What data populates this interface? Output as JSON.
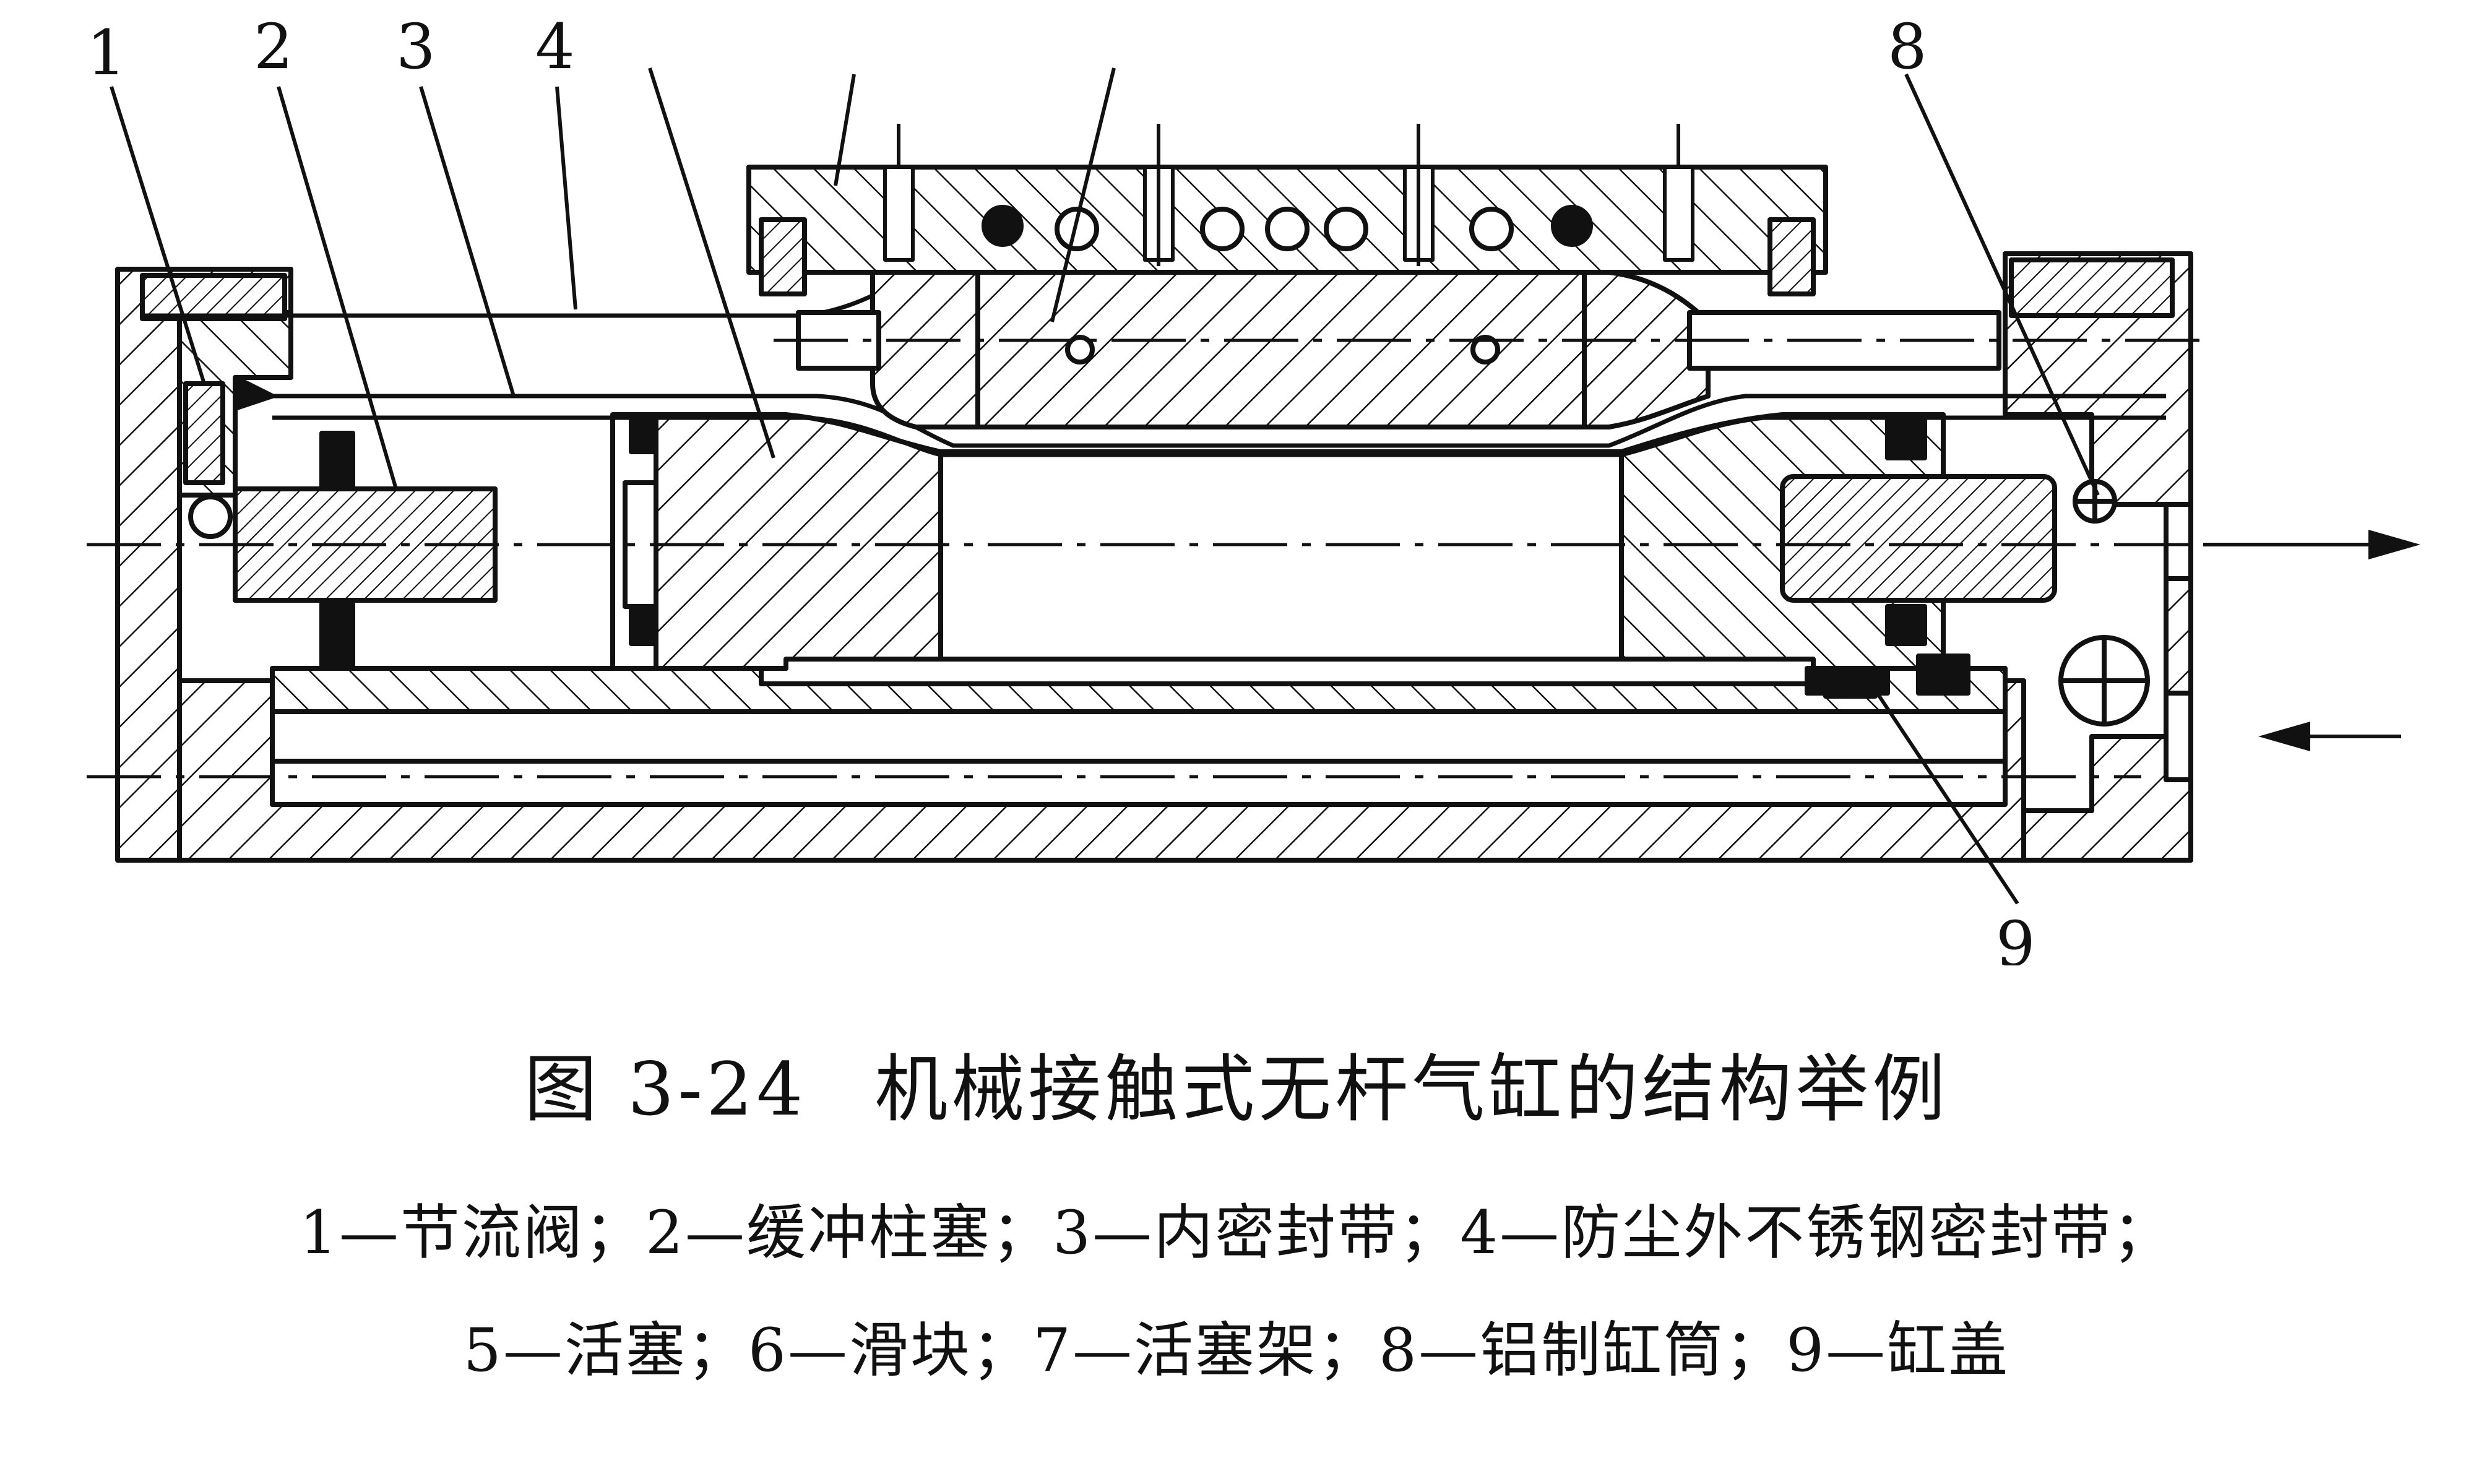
{
  "caption": {
    "number": "图 3-24",
    "title": "机械接触式无杆气缸的结构举例"
  },
  "legend_lines": [
    "1—节流阀；2—缓冲柱塞；3—内密封带；4—防尘外不锈钢密封带；",
    "5—活塞；6—滑块；7—活塞架；8—铝制缸筒；9—缸盖"
  ],
  "callouts": {
    "c1": "1",
    "c2": "2",
    "c3": "3",
    "c4": "4",
    "c8": "8",
    "c9": "9"
  }
}
